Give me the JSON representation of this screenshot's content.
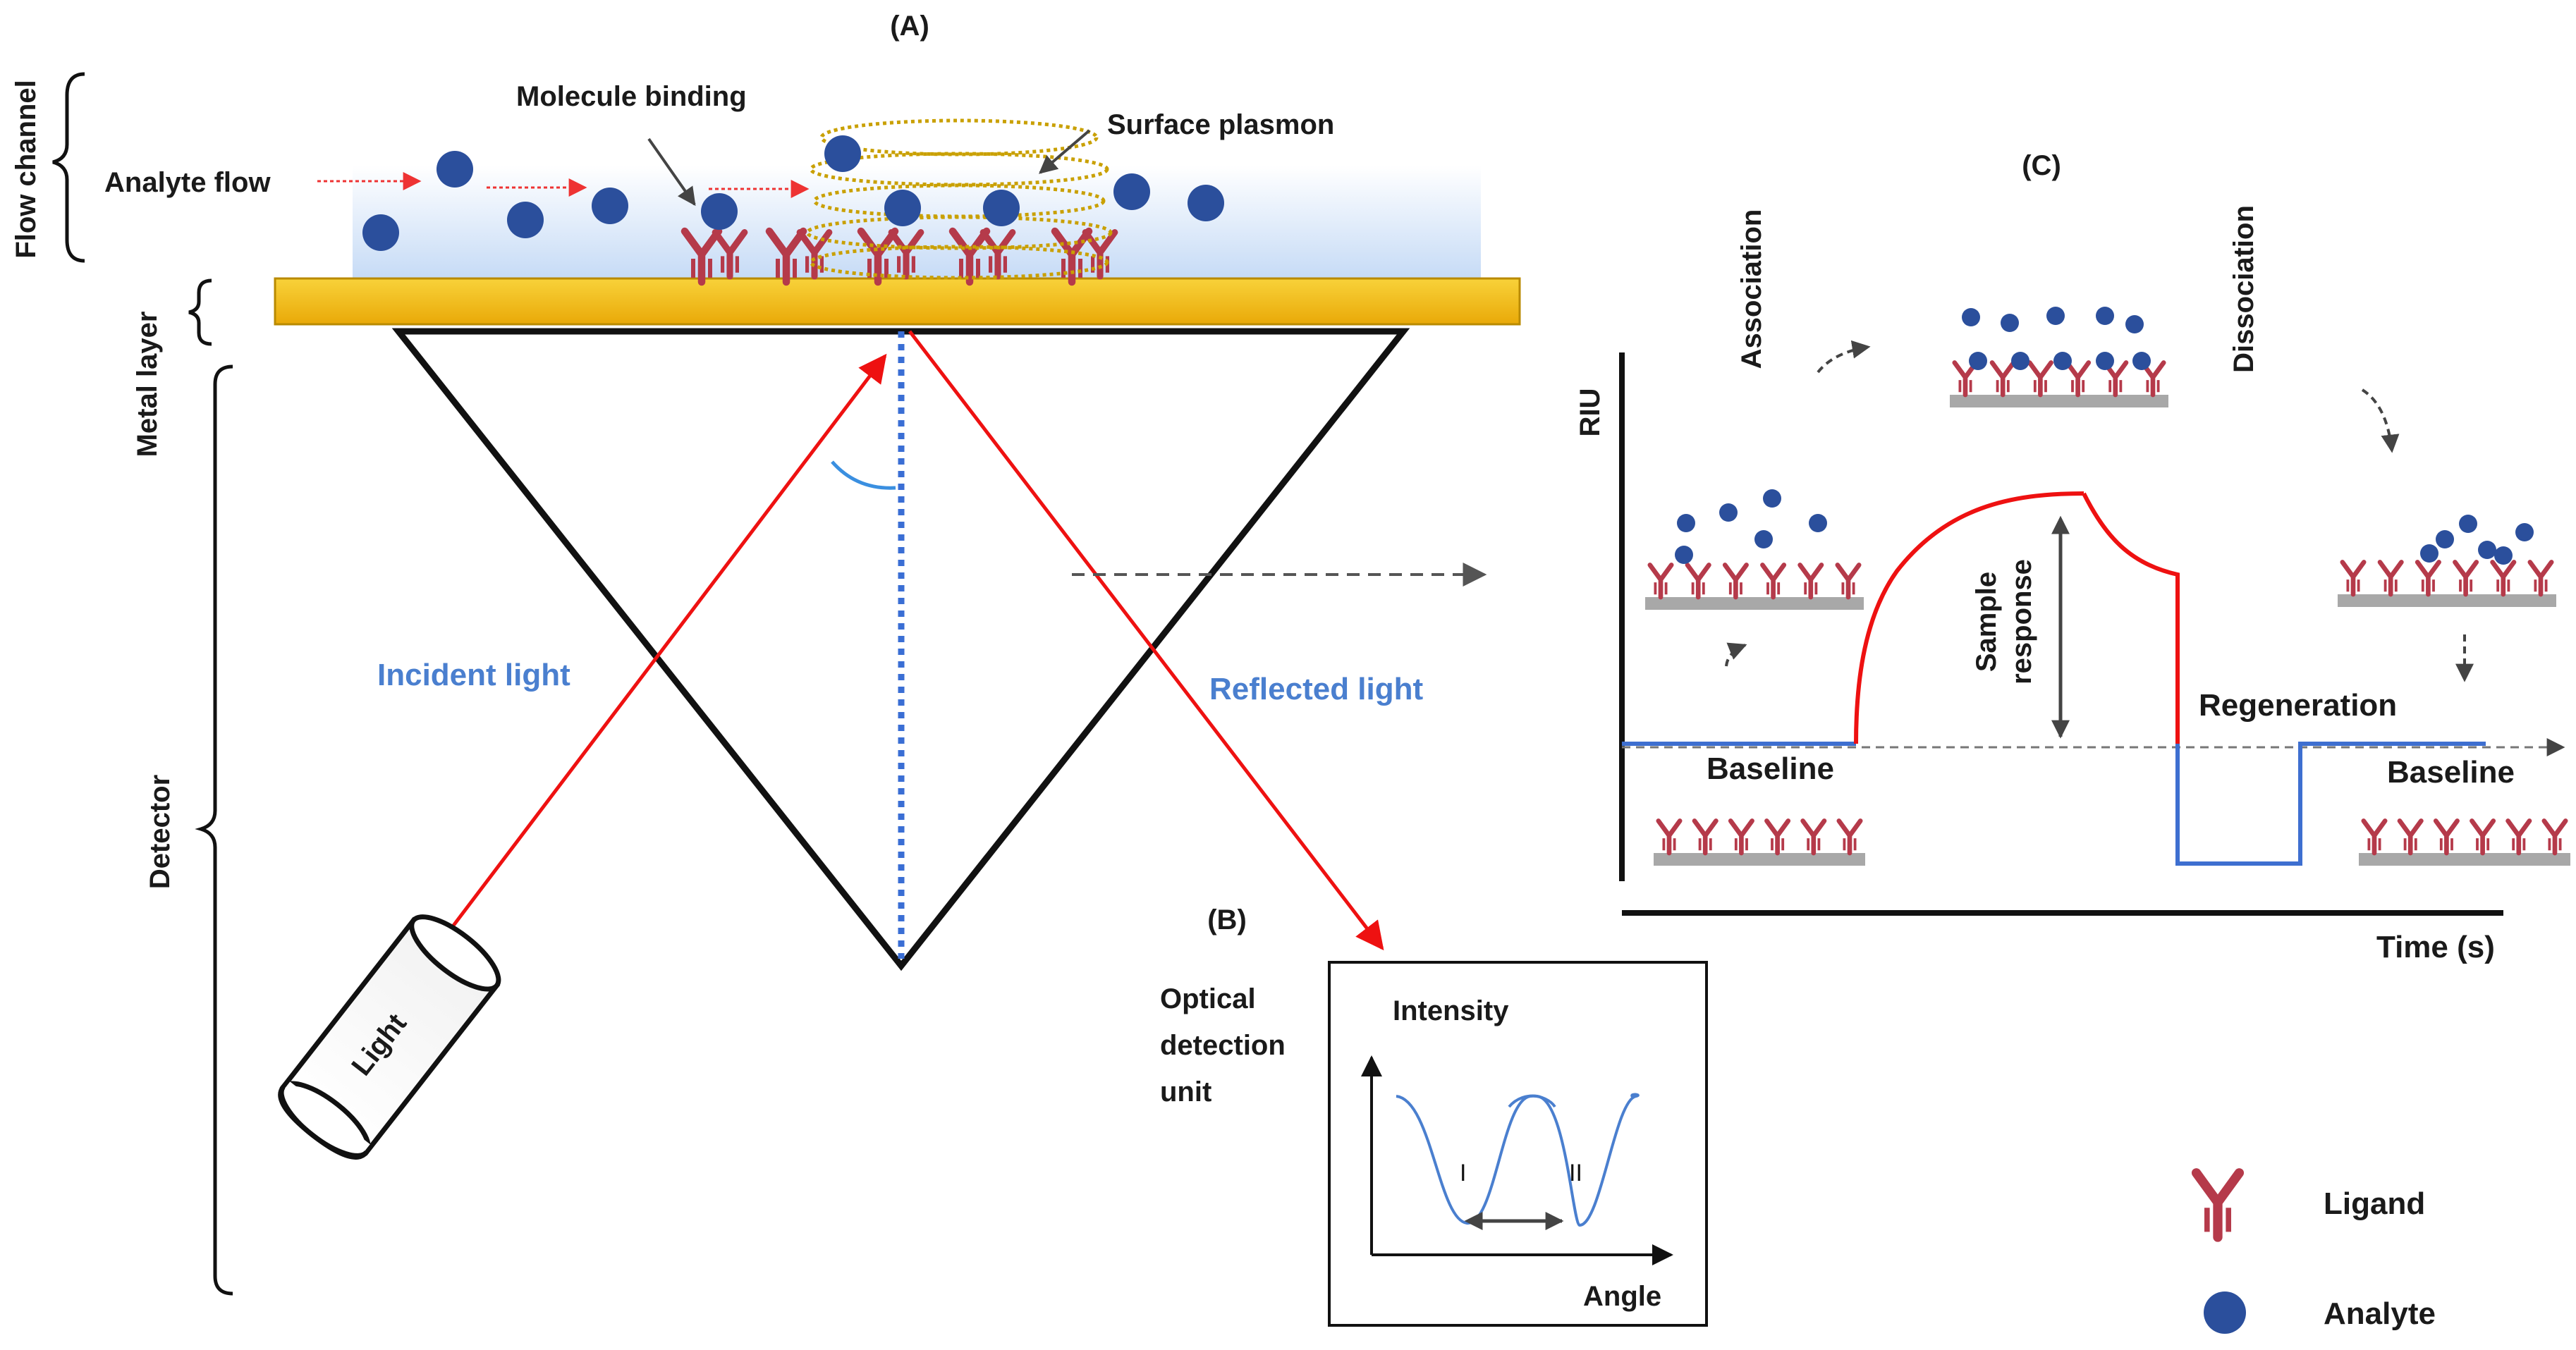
{
  "panel_a": {
    "label": "(A)",
    "brackets": {
      "flow_channel": "Flow channel",
      "metal_layer": "Metal layer",
      "detector": "Detector"
    },
    "analyte_flow": "Analyte flow",
    "molecule_binding": "Molecule binding",
    "surface_plasmon": "Surface plasmon",
    "incident_light": "Incident light",
    "reflected_light": "Reflected light",
    "light_source": "Light"
  },
  "panel_b": {
    "label": "(B)",
    "unit_label": [
      "Optical",
      "detection",
      "unit"
    ],
    "y_axis": "Intensity",
    "x_axis": "Angle",
    "dip_1": "I",
    "dip_2": "II"
  },
  "panel_c": {
    "label": "(C)",
    "y_axis": "RIU",
    "x_axis": "Time (s)",
    "association": "Association",
    "dissociation": "Dissociation",
    "sample_response": [
      "Sample",
      "response"
    ],
    "regeneration": "Regeneration",
    "baseline_left": "Baseline",
    "baseline_right": "Baseline"
  },
  "legend": {
    "ligand": "Ligand",
    "analyte": "Analyte"
  },
  "colors": {
    "analyte": "#2b4f9c",
    "ligand": "#b53a4a",
    "light_ray": "#ee1111",
    "metal": "#f3c21c",
    "plasmon": "#c9a000",
    "flow": "#d6e6fa",
    "baseline_trace": "#3e6fd0",
    "label_blue": "#4a7fcf"
  }
}
